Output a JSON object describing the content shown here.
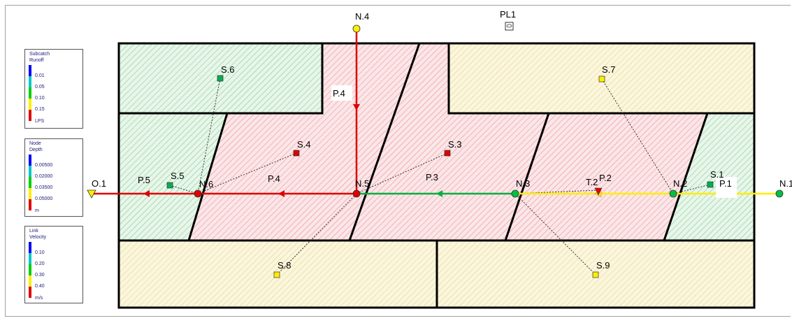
{
  "map": {
    "subcatchments": [
      {
        "id": "S.6",
        "color": "#00b050"
      },
      {
        "id": "S.4",
        "color": "#e00000"
      },
      {
        "id": "S.3",
        "color": "#e00000"
      },
      {
        "id": "S.5",
        "color": "#00b050"
      },
      {
        "id": "S.1",
        "color": "#00b050"
      },
      {
        "id": "S.7",
        "color": "#ffee00"
      },
      {
        "id": "S.8",
        "color": "#ffee00"
      },
      {
        "id": "S.9",
        "color": "#ffee00"
      }
    ],
    "nodes": [
      {
        "id": "N.4",
        "color": "#ffee00"
      },
      {
        "id": "N.6",
        "color": "#e00000"
      },
      {
        "id": "N.5",
        "color": "#e00000"
      },
      {
        "id": "N.3",
        "color": "#00c040"
      },
      {
        "id": "N.2",
        "color": "#00c040"
      },
      {
        "id": "N.1",
        "color": "#00c040"
      },
      {
        "id": "O.1",
        "color": "#ffee00"
      }
    ],
    "links": [
      {
        "id": "P.4",
        "color": "#e00000"
      },
      {
        "id": "P.5",
        "color": "#e00000"
      },
      {
        "id": "P.4",
        "color": "#e00000"
      },
      {
        "id": "P.3",
        "color": "#00b040"
      },
      {
        "id": "T.2",
        "color": "#ffee00"
      },
      {
        "id": "P.2",
        "color": "#ffee00"
      },
      {
        "id": "P.1",
        "color": "#ffee00"
      }
    ],
    "rain_gage": "PL1"
  },
  "legends": [
    {
      "title": [
        "Subcatch",
        "Runoff"
      ],
      "values": [
        "0.01",
        "0.05",
        "0.10",
        "0.15"
      ],
      "unit": "LPS"
    },
    {
      "title": [
        "Node",
        "Depth"
      ],
      "values": [
        "0.00500",
        "0.02000",
        "0.03500",
        "0.05000"
      ],
      "unit": "m"
    },
    {
      "title": [
        "Link",
        "Velocity"
      ],
      "values": [
        "0.10",
        "0.20",
        "0.30",
        "0.40"
      ],
      "unit": "m/s"
    }
  ],
  "legend_colors": [
    "#0000ff",
    "#00c8c8",
    "#00d000",
    "#ffee00",
    "#e00000"
  ]
}
